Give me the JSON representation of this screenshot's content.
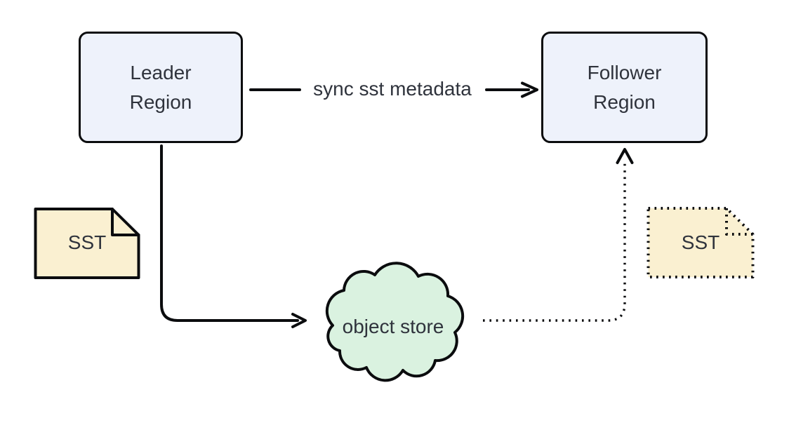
{
  "colors": {
    "background": "#ffffff",
    "stroke": "#0b0c0e",
    "text": "#2f333c",
    "region_fill": "#eef2fb",
    "sst_fill": "#faf0d1",
    "cloud_fill": "#daf2e0"
  },
  "nodes": {
    "leader_region": {
      "label": "Leader\nRegion"
    },
    "follower_region": {
      "label": "Follower\nRegion"
    },
    "sst_source": {
      "label": "SST",
      "border_style": "solid"
    },
    "sst_replica": {
      "label": "SST",
      "border_style": "dotted"
    },
    "object_store": {
      "label": "object store"
    }
  },
  "edges": {
    "sync_metadata": {
      "label": "sync sst metadata",
      "style": "solid",
      "from": "leader_region",
      "to": "follower_region"
    },
    "upload_sst": {
      "style": "solid",
      "from": "leader_region",
      "to": "object_store"
    },
    "fetch_sst": {
      "style": "dotted",
      "from": "object_store",
      "to": "follower_region"
    }
  }
}
